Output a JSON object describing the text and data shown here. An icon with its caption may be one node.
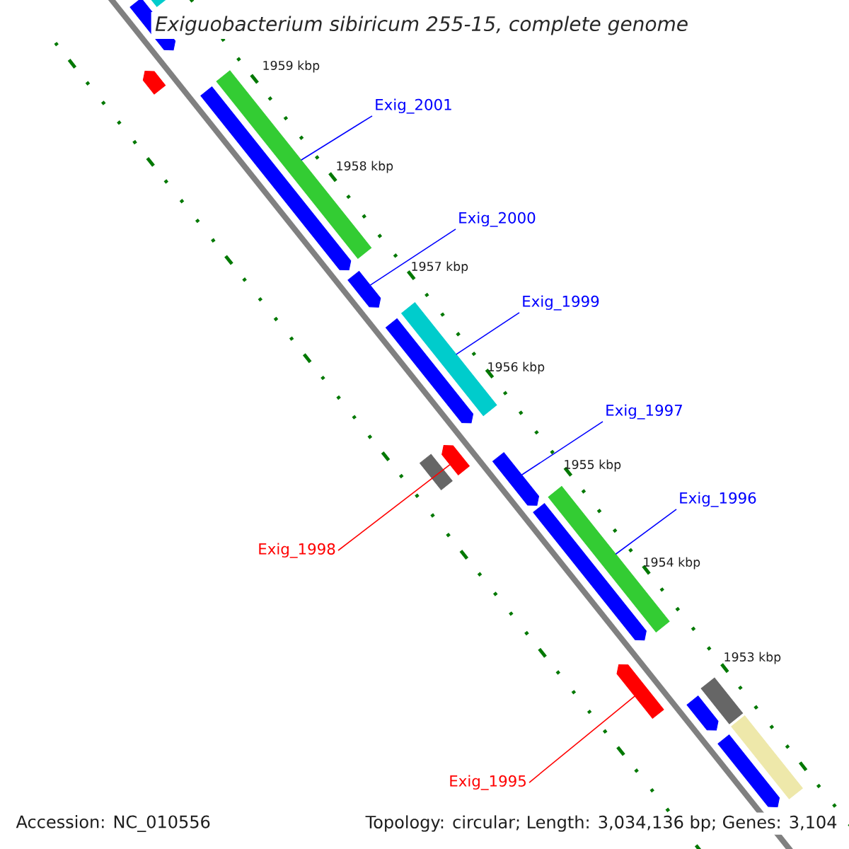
{
  "diagram": {
    "title": "Exiguobacterium sibiricum 255-15, complete genome",
    "nodes": [
      {
        "text": [
          "Exig_2001"
        ]
      },
      {
        "text": [
          "Exig_2000"
        ]
      },
      {
        "text": [
          "Exig_1999"
        ]
      },
      {
        "text": [
          "Exig_1997"
        ]
      },
      {
        "text": [
          "Exig_1998"
        ]
      },
      {
        "text": [
          "Exig_1996"
        ]
      },
      {
        "text": [
          "Exig_1995"
        ]
      },
      {
        "text": [],
        "shape": "pentagon"
      },
      {
        "text": [],
        "shape": "bar"
      },
      {
        "text": [],
        "shape": "pentagon"
      },
      {
        "text": [],
        "shape": "bar"
      },
      {
        "text": [],
        "shape": "pentagon"
      },
      {
        "text": [],
        "shape": "pentagon"
      },
      {
        "text": [],
        "shape": "bar"
      },
      {
        "text": [],
        "shape": "pentagon"
      },
      {
        "text": [],
        "shape": "bar"
      },
      {
        "text": [],
        "shape": "pentagon"
      },
      {
        "text": [],
        "shape": "pentagon"
      },
      {
        "text": [],
        "shape": "bar"
      },
      {
        "text": [],
        "shape": "pentagon"
      },
      {
        "text": [],
        "shape": "pentagon"
      },
      {
        "text": [],
        "shape": "bar"
      },
      {
        "text": [],
        "shape": "pentagon"
      },
      {
        "text": [],
        "shape": "bar"
      },
      {
        "text": [],
        "shape": "pentagon"
      }
    ],
    "edges": [
      {
        "from": 0,
        "to": 10,
        "arrow": "none"
      },
      {
        "from": 1,
        "to": 12,
        "arrow": "none"
      },
      {
        "from": 2,
        "to": 13,
        "arrow": "none"
      },
      {
        "from": 3,
        "to": 17,
        "arrow": "none"
      },
      {
        "from": 4,
        "to": 16,
        "arrow": "none",
        "color": "#ff0000"
      },
      {
        "from": 5,
        "to": 18,
        "arrow": "none"
      },
      {
        "from": 6,
        "to": 20,
        "arrow": "none",
        "color": "#ff0000"
      }
    ],
    "labels": [
      "1959 kbp",
      "1958 kbp",
      "1957 kbp",
      "1956 kbp",
      "1955 kbp",
      "1954 kbp",
      "1953 kbp",
      "Accession: NC_010556",
      "Topology: circular; Length: 3,034,136 bp; Genes: 3,104"
    ]
  }
}
